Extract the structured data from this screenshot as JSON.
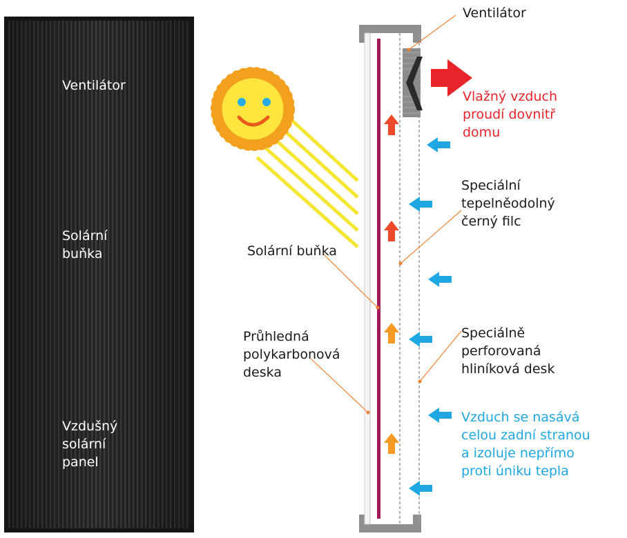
{
  "panel": {
    "labels": {
      "fan": "Ventilátor",
      "cell": [
        "Solární",
        "buňka"
      ],
      "panel": [
        "Vzdušný",
        "solární",
        "panel"
      ]
    }
  },
  "diagram": {
    "labels": {
      "fan": "Ventilátor",
      "humid_air": [
        "Vlažný vzduch",
        "proudí dovnitř",
        "domu"
      ],
      "felt": [
        "Speciální",
        "tepelněodolný",
        "černý filc"
      ],
      "solar_cell": "Solární buňka",
      "polycarbonate": [
        "Průhledná",
        "polykarbonová",
        "deska"
      ],
      "aluminium": [
        "Speciálně",
        "perforovaná",
        "hliníková desk"
      ],
      "air_intake": [
        "Vzduch se nasává",
        "celou zadní stranou",
        "a izoluje nepřímo",
        "proti úniku tepla"
      ]
    },
    "colors": {
      "red_text": "#e8232a",
      "blue_text": "#1ea7e1",
      "blue_arrow": "#1ea7e1",
      "red_arrow": "#ec4a2b",
      "orange_arrow": "#f59a23",
      "magenta_cell": "#a31a5c",
      "leader": "#f08030",
      "frame": "#8f8f8f",
      "sun": "#f2a01d",
      "sun_face": "#ffe53d",
      "rays": "#f4e632"
    }
  }
}
